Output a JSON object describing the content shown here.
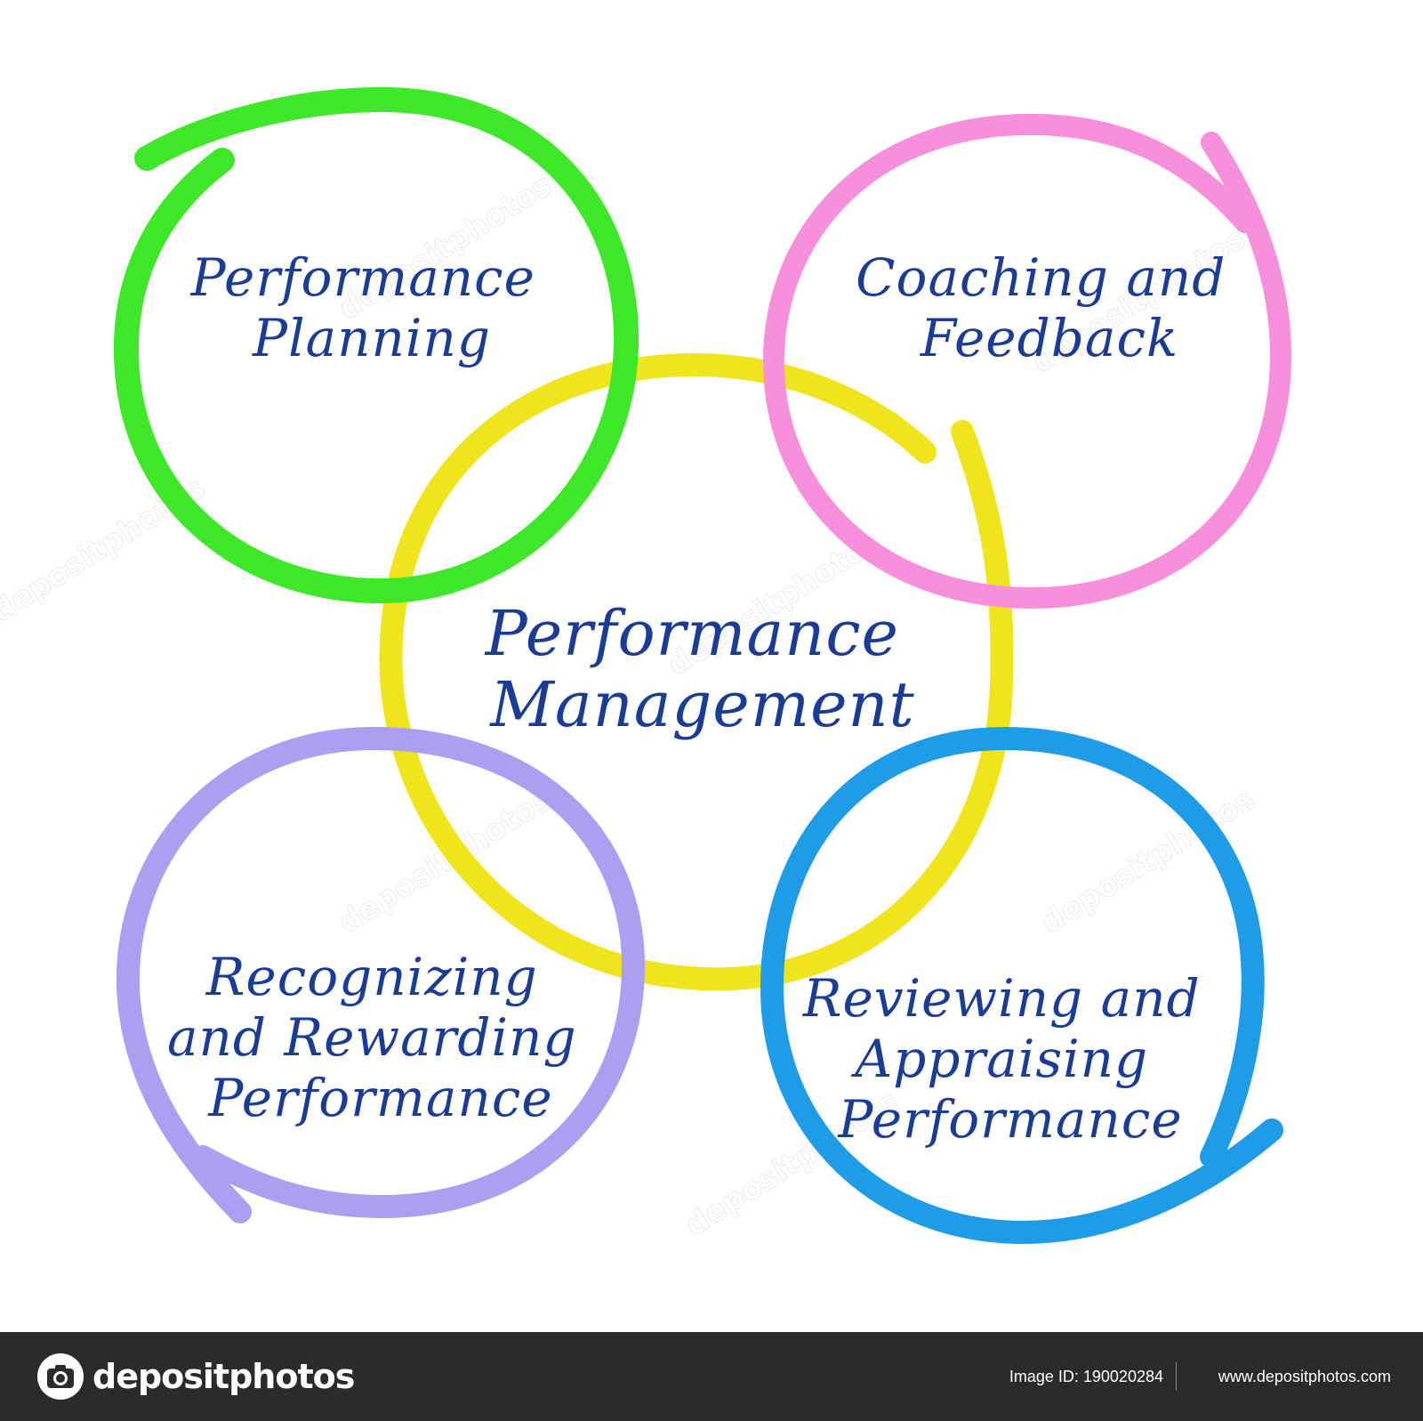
{
  "diagram": {
    "center": {
      "lines": [
        "Performance",
        "Management"
      ],
      "ring_color": "#f0e41c"
    },
    "nodes": [
      {
        "id": "planning",
        "lines": [
          "Performance",
          "Planning"
        ],
        "ring_color": "#3ee828"
      },
      {
        "id": "coaching",
        "lines": [
          "Coaching and",
          "Feedback"
        ],
        "ring_color": "#f78fdc"
      },
      {
        "id": "recognizing",
        "lines": [
          "Recognizing",
          "and Rewarding",
          "Performance"
        ],
        "ring_color": "#ab9ff2"
      },
      {
        "id": "reviewing",
        "lines": [
          "Reviewing and",
          "Appraising",
          "Performance"
        ],
        "ring_color": "#1e9ce8"
      }
    ],
    "text_color": "#1a3c96"
  },
  "watermark": {
    "text": "depositphotos"
  },
  "footer": {
    "brand": "depositphotos",
    "image_id": "Image ID: 190020284",
    "url": "www.depositphotos.com"
  }
}
